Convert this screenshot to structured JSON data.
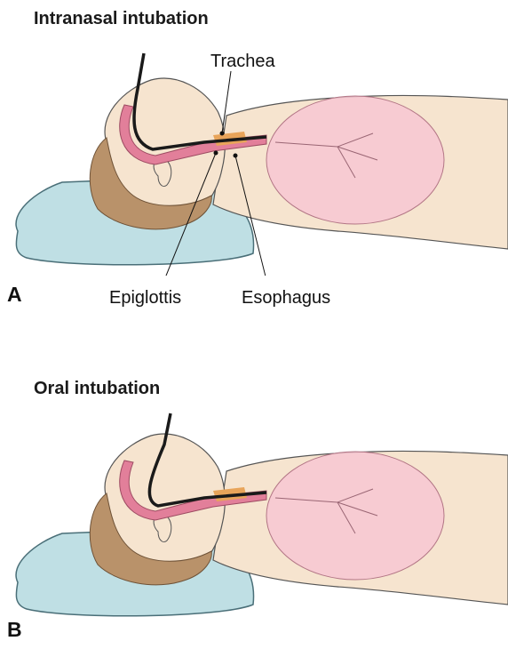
{
  "panel_a": {
    "title": "Intranasal intubation",
    "letter": "A",
    "labels": {
      "trachea": "Trachea",
      "epiglottis": "Epiglottis",
      "esophagus": "Esophagus"
    }
  },
  "panel_b": {
    "title": "Oral intubation",
    "letter": "B"
  },
  "colors": {
    "skin": "#f6e4cf",
    "hair": "#b9926a",
    "pillow": "#bfdfe4",
    "airway": "#e27f9a",
    "lungs": "#f7c7d2",
    "tube": "#1a1a1a",
    "cuff": "#e8a45a"
  }
}
